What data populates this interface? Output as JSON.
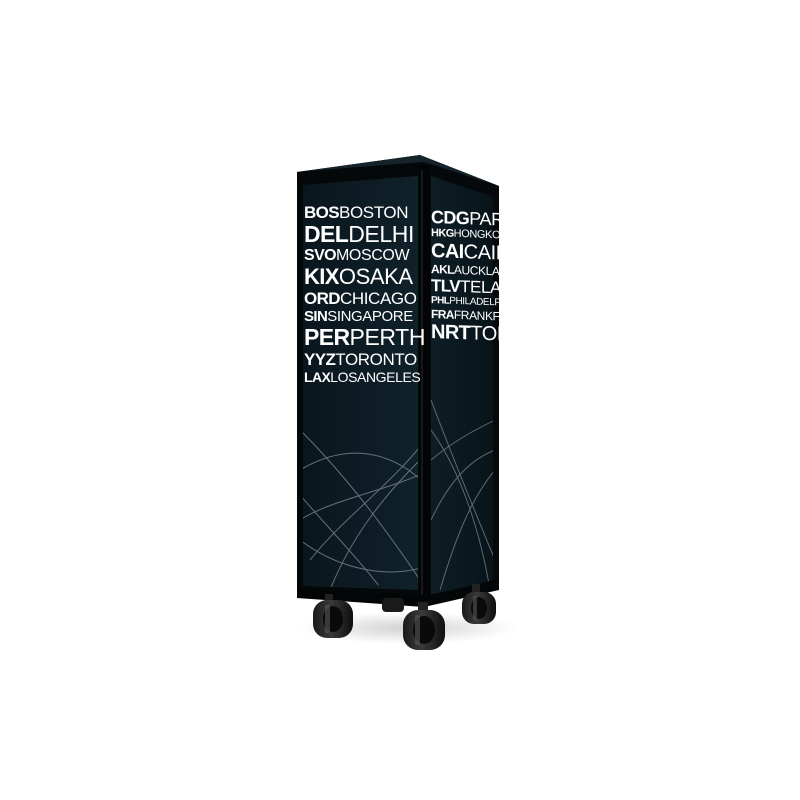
{
  "product": {
    "body_color": "#0c1a22",
    "frame_color": "#050809",
    "text_color": "#ffffff",
    "line_color": "#8a96a0",
    "front_panel": {
      "lines": [
        {
          "code": "BOS",
          "name": "BOSTON",
          "size": 17
        },
        {
          "code": "DEL",
          "name": "DELHI",
          "size": 23
        },
        {
          "code": "SVO",
          "name": "MOSCOW",
          "size": 16
        },
        {
          "code": "KIX",
          "name": "OSAKA",
          "size": 22
        },
        {
          "code": "ORD",
          "name": "CHICAGO",
          "size": 17
        },
        {
          "code": "SIN",
          "name": "SINGAPORE",
          "size": 15
        },
        {
          "code": "PER",
          "name": "PERTH",
          "size": 23
        },
        {
          "code": "YYZ",
          "name": "TORONTO",
          "size": 17
        },
        {
          "code": "LAX",
          "name": "LOSANGELES",
          "size": 14
        }
      ]
    },
    "side_panel": {
      "lines": [
        {
          "code": "CDG",
          "name": "PARIS",
          "size": 18
        },
        {
          "code": "HKG",
          "name": "HONGKONG",
          "size": 11
        },
        {
          "code": "CAI",
          "name": "CAIRO",
          "size": 20
        },
        {
          "code": "AKL",
          "name": "AUCKLAND",
          "size": 12
        },
        {
          "code": "TLV",
          "name": "TELAVIV",
          "size": 17
        },
        {
          "code": "PHL",
          "name": "PHILADELPHIA",
          "size": 10
        },
        {
          "code": "FRA",
          "name": "FRANKFURT",
          "size": 12
        },
        {
          "code": "NRT",
          "name": "TOKYO",
          "size": 20
        }
      ]
    }
  }
}
